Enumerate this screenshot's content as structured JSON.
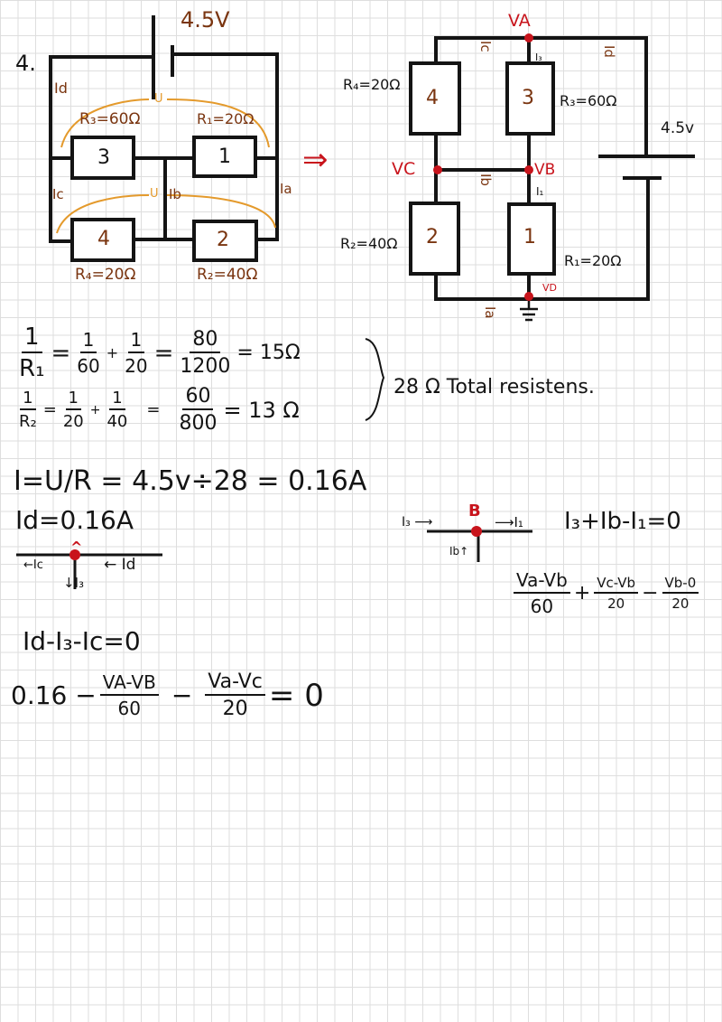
{
  "problem_number": "4.",
  "circuit1": {
    "battery": "4.5V",
    "voltage_top": "U",
    "voltage_bottom": "U",
    "currents": {
      "id": "Id",
      "ic": "Ic",
      "ib": "Ib",
      "ia": "Ia"
    },
    "resistors": [
      {
        "num": "3",
        "label": "R₃=60Ω"
      },
      {
        "num": "1",
        "label": "R₁=20Ω"
      },
      {
        "num": "4",
        "label": "R₄=20Ω"
      },
      {
        "num": "2",
        "label": "R₂=40Ω"
      }
    ]
  },
  "arrow": "⇒",
  "circuit2": {
    "nodes": {
      "va": "VA",
      "vb": "VB",
      "vc": "VC",
      "vd": "VD"
    },
    "currents": {
      "ic": "Ic",
      "i3": "I₃",
      "id": "Id",
      "ib": "Ib",
      "i1": "I₁",
      "ia": "Ia"
    },
    "battery": "4.5v",
    "resistors": [
      {
        "num": "4",
        "label": "R₄=20Ω"
      },
      {
        "num": "3",
        "label": "R₃=60Ω"
      },
      {
        "num": "2",
        "label": "R₂=40Ω"
      },
      {
        "num": "1",
        "label": "R₁=20Ω"
      }
    ]
  },
  "eq1": {
    "lhs_num": "1",
    "lhs_den": "R₁",
    "eq": "=",
    "a_num": "1",
    "a_den": "60",
    "plus": "+",
    "b_num": "1",
    "b_den": "20",
    "eq2": "=",
    "c_num": "80",
    "c_den": "1200",
    "result": "= 15Ω"
  },
  "eq2": {
    "lhs_num": "1",
    "lhs_den": "R₂",
    "eq": "=",
    "a_num": "1",
    "a_den": "20",
    "plus": "+",
    "b_num": "1",
    "b_den": "40",
    "eq2": "=",
    "c_num": "60",
    "c_den": "800",
    "result": "= 13 Ω"
  },
  "total": "28 Ω Total resistens.",
  "ohm": "I=U/R = 4.5v÷28 = 0.16A",
  "id_value": "Id=0.16A",
  "junction_a": {
    "ic": "←Ic",
    "id": "← Id",
    "i3": "↓I₃",
    "marker": "^"
  },
  "kcl_a": "Id-I₃-Ic=0",
  "eq_a": {
    "start": "0.16 −",
    "f1_num": "VA-VB",
    "f1_den": "60",
    "minus": "−",
    "f2_num": "Va-Vc",
    "f2_den": "20",
    "end": "= 0"
  },
  "junction_b": {
    "i3": "I₃ ⟶",
    "node": "B",
    "i1": "⟶I₁",
    "ib": "Ib↑"
  },
  "kcl_b": "I₃+Ib-I₁=0",
  "eq_b": {
    "f1_num": "Va-Vb",
    "f1_den": "60",
    "plus": "+",
    "f2_num": "Vc-Vb",
    "f2_den": "20",
    "minus": "−",
    "f3_num": "Vb-0",
    "f3_den": "20"
  }
}
